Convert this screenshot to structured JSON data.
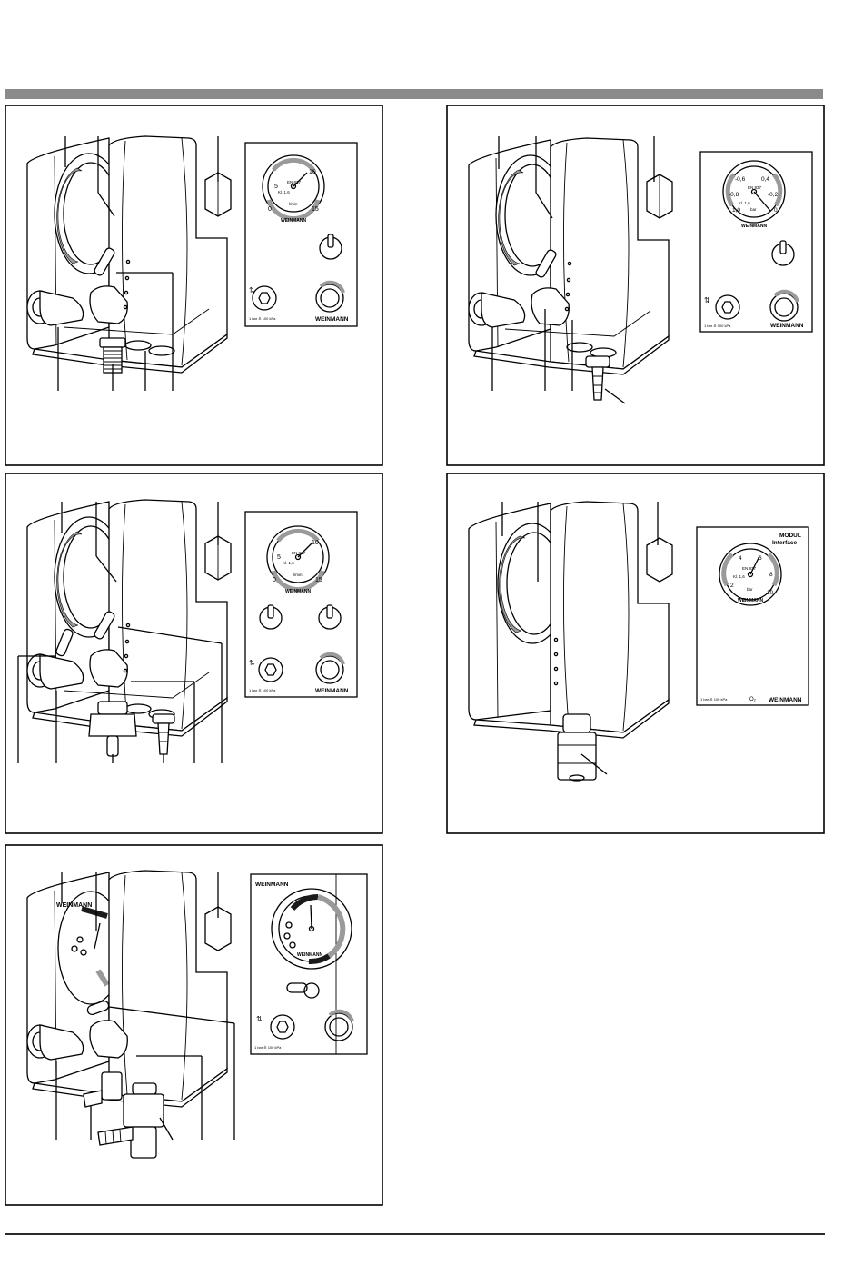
{
  "gauge_labels": {
    "brand": "WEINMANN",
    "standard": "EN 837",
    "class": "Kl. 1,6",
    "unit_flow": "l/min",
    "unit_bar": "bar",
    "pressure_note": "1 bar ≙ 100 kPa",
    "o2_symbol": "O₂",
    "module_title_line1": "MODUL",
    "module_title_line2": "Interface"
  },
  "flow_scale": {
    "min": "0",
    "low": "5",
    "mid": "10",
    "max": "15"
  },
  "vacuum_scale": {
    "a": "-0,6",
    "b": "0,4",
    "c": "-0,8",
    "d": "-0,2",
    "e": "1,0",
    "f": "0"
  },
  "o2_scale": {
    "a": "2",
    "b": "4",
    "c": "6",
    "d": "8",
    "e": "10"
  },
  "colors": {
    "line": "#000000",
    "header_bar": "#8a8a8a",
    "scale_gray": "#9a9a9a"
  }
}
